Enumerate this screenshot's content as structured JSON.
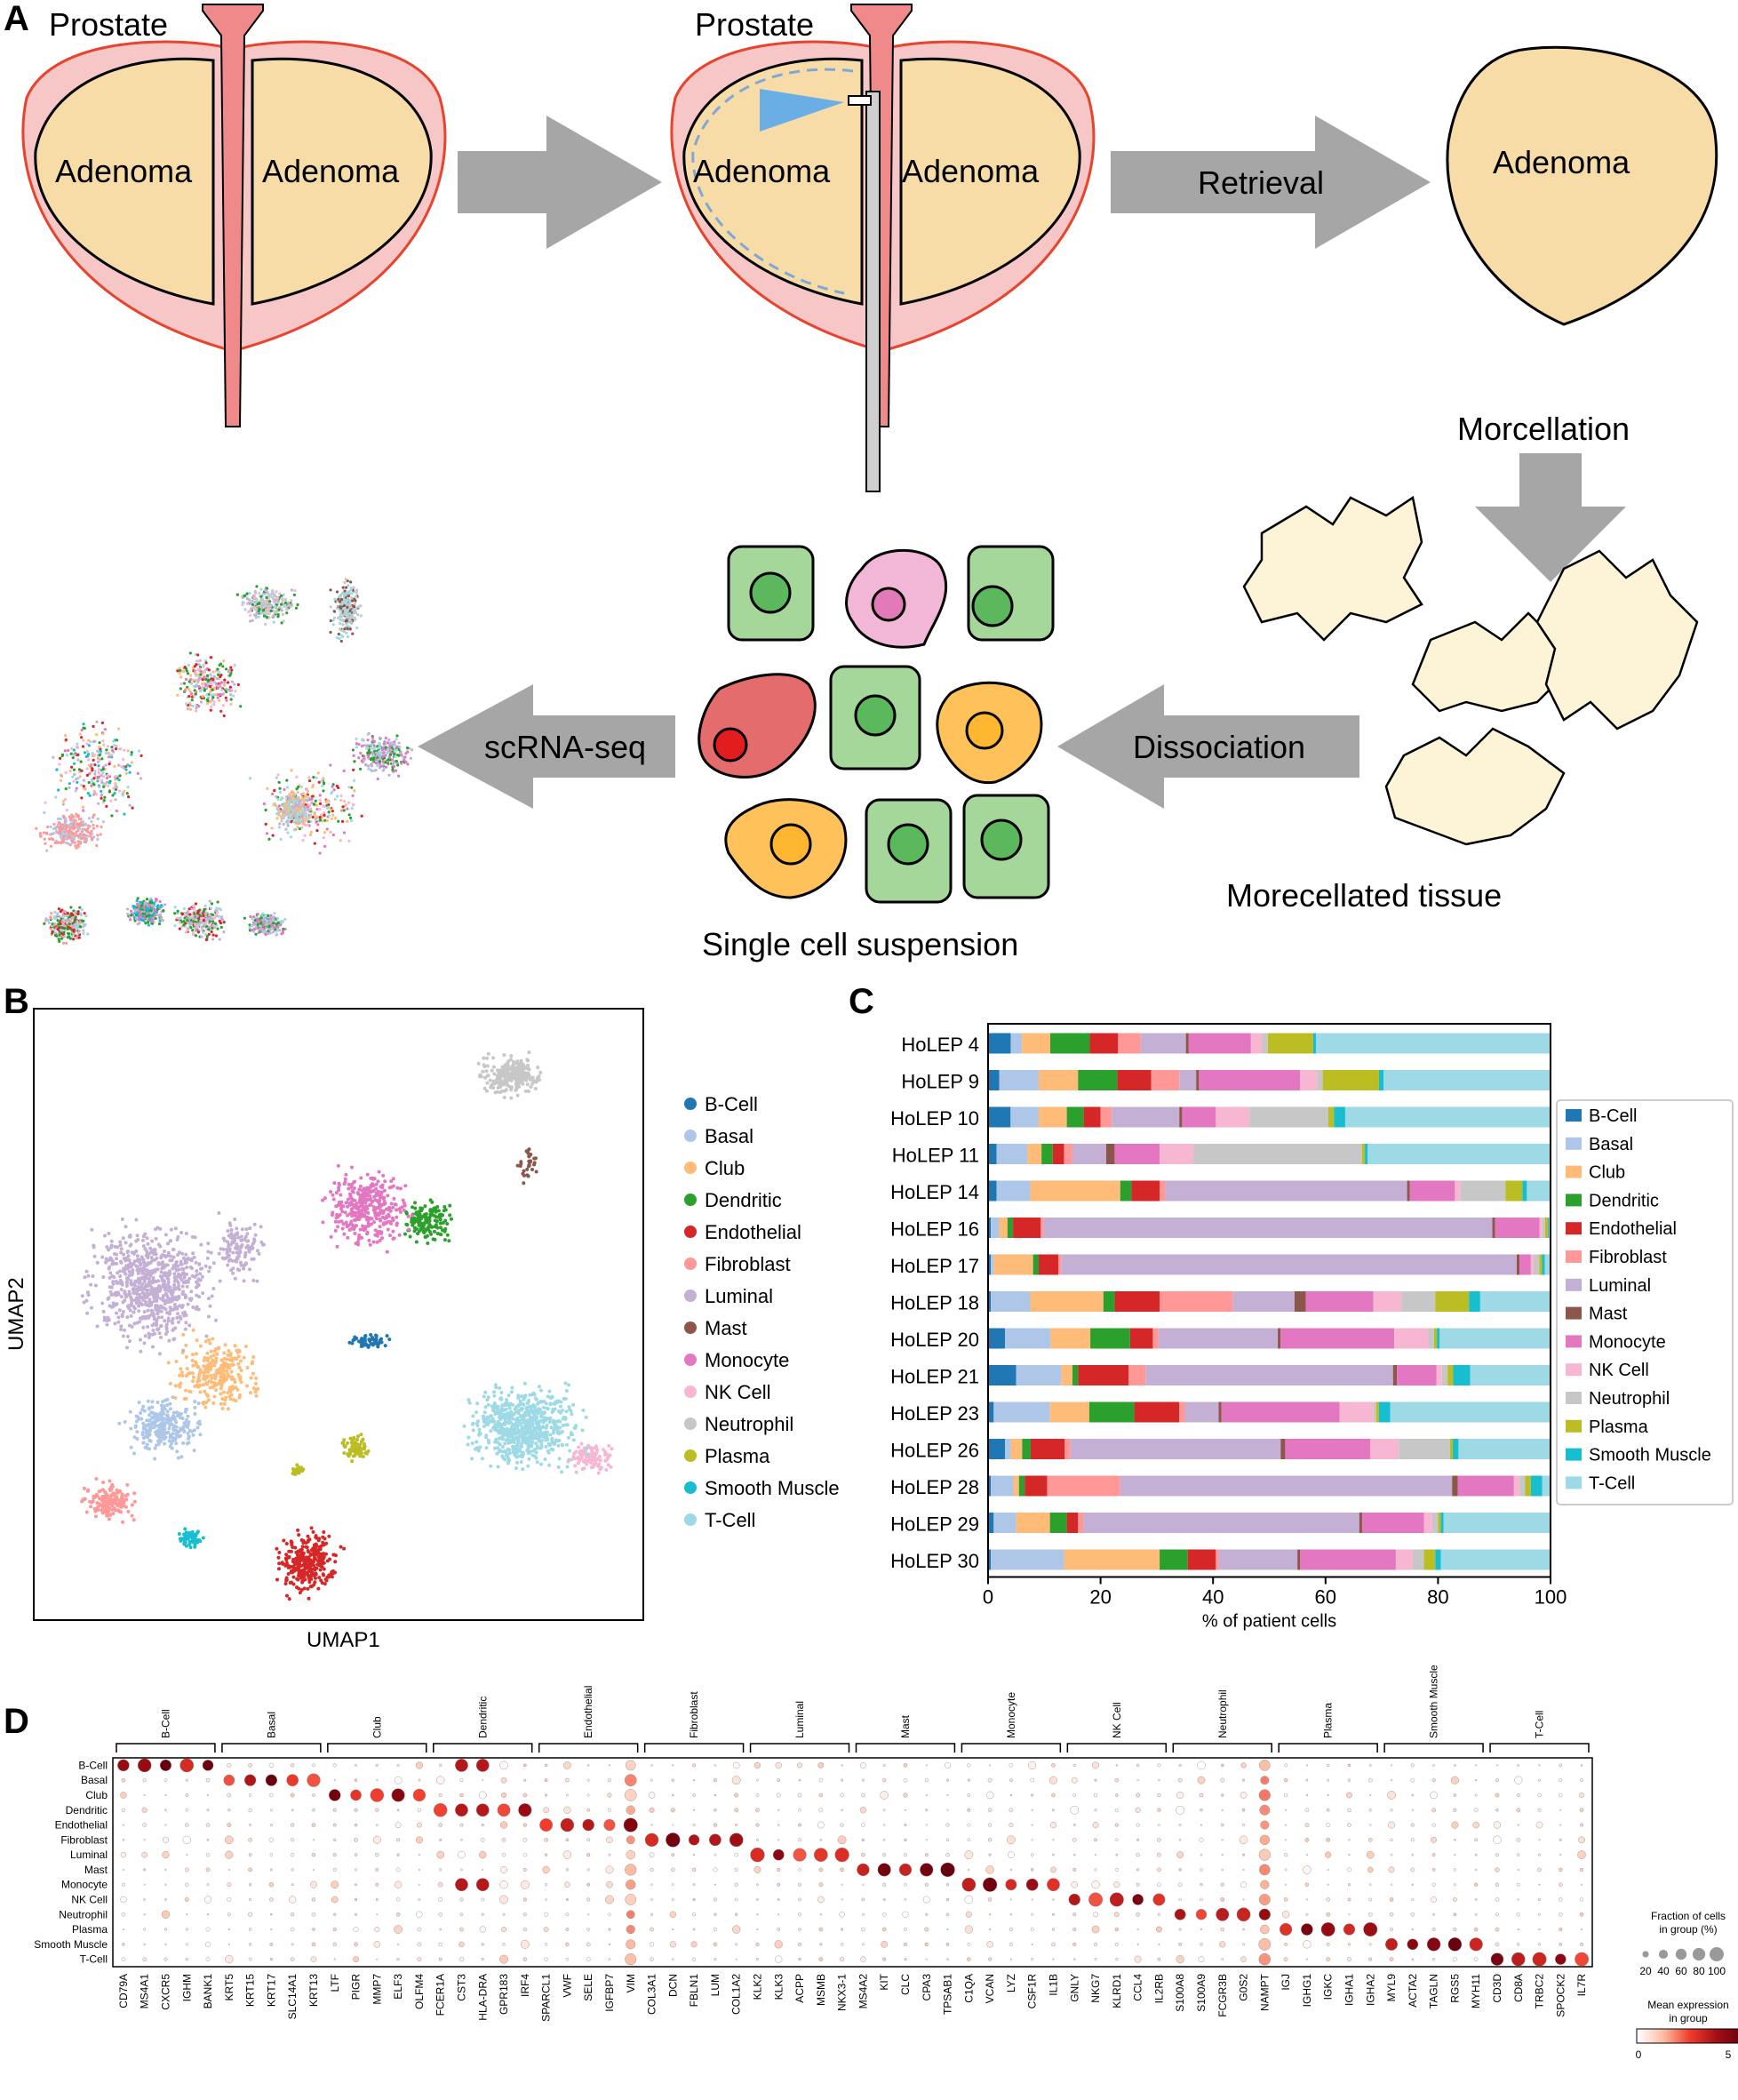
{
  "panel_labels": {
    "a": "A",
    "b": "B",
    "c": "C",
    "d": "D"
  },
  "schematic": {
    "prostate_label": "Prostate",
    "adenoma_label": "Adenoma",
    "retrieval_label": "Retrieval",
    "morcellation_label": "Morcellation",
    "morcellated_tissue_label": "Morecellated tissue",
    "dissociation_label": "Dissociation",
    "single_cell_label": "Single cell suspension",
    "scrna_label": "scRNA-seq"
  },
  "cell_types": [
    "B-Cell",
    "Basal",
    "Club",
    "Dendritic",
    "Endothelial",
    "Fibroblast",
    "Luminal",
    "Mast",
    "Monocyte",
    "NK Cell",
    "Neutrophil",
    "Plasma",
    "Smooth Muscle",
    "T-Cell"
  ],
  "colors": [
    "#1f77b4",
    "#aec7e8",
    "#ffbb78",
    "#2ca02c",
    "#d62728",
    "#ff9896",
    "#c5b0d5",
    "#8c564b",
    "#e377c2",
    "#f7b6d2",
    "#c7c7c7",
    "#bcbd22",
    "#17becf",
    "#9edae5"
  ],
  "umap": {
    "xlabel": "UMAP1",
    "ylabel": "UMAP2",
    "legend": [
      "B-Cell",
      "Basal",
      "Club",
      "Dendritic",
      "Endothelial",
      "Fibroblast",
      "Luminal",
      "Mast",
      "Monocyte",
      "NK Cell",
      "Neutrophil",
      "Plasma",
      "Smooth Muscle",
      "T-Cell"
    ]
  },
  "chart_data": [
    {
      "type": "bar",
      "orientation": "horizontal-stacked",
      "xlabel": "% of patient cells",
      "xlim": [
        0,
        100
      ],
      "xticks": [
        "0",
        "20",
        "40",
        "60",
        "80",
        "100"
      ],
      "categories": [
        "HoLEP 4",
        "HoLEP 9",
        "HoLEP 10",
        "HoLEP 11",
        "HoLEP 14",
        "HoLEP 16",
        "HoLEP 17",
        "HoLEP 18",
        "HoLEP 20",
        "HoLEP 21",
        "HoLEP 23",
        "HoLEP 26",
        "HoLEP 28",
        "HoLEP 29",
        "HoLEP 30"
      ],
      "legend": [
        "B-Cell",
        "Basal",
        "Club",
        "Dendritic",
        "Endothelial",
        "Fibroblast",
        "Luminal",
        "Mast",
        "Monocyte",
        "NK Cell",
        "Neutrophil",
        "Plasma",
        "Smooth Muscle",
        "T-Cell"
      ],
      "series": [
        {
          "name": "B-Cell",
          "values": [
            4,
            2,
            4,
            1.5,
            1.5,
            0.5,
            0.5,
            0.5,
            3,
            5,
            1,
            3,
            0.5,
            1,
            0.5
          ]
        },
        {
          "name": "Basal",
          "values": [
            2,
            7,
            5,
            5.5,
            6,
            1.5,
            0.5,
            7,
            8,
            8,
            10,
            1,
            4,
            4,
            13
          ]
        },
        {
          "name": "Club",
          "values": [
            5,
            7,
            5,
            2.5,
            16,
            1.5,
            7,
            13,
            7,
            2,
            7,
            2,
            1,
            6,
            17
          ]
        },
        {
          "name": "Dendritic",
          "values": [
            7,
            7,
            3,
            2,
            2,
            1,
            1,
            2,
            7,
            1,
            8,
            1.5,
            1,
            3,
            5
          ]
        },
        {
          "name": "Endothelial",
          "values": [
            5,
            6,
            3,
            2,
            5,
            5,
            3.5,
            8,
            4,
            9,
            8,
            6,
            4,
            2,
            5
          ]
        },
        {
          "name": "Fibroblast",
          "values": [
            4,
            5,
            2,
            1.5,
            1,
            0.5,
            0.5,
            13,
            1,
            3,
            1,
            1,
            13,
            1,
            0.5
          ]
        },
        {
          "name": "Luminal",
          "values": [
            8,
            3,
            12,
            6,
            43,
            81,
            81,
            11,
            21,
            44,
            6,
            37,
            59,
            49,
            14
          ]
        },
        {
          "name": "Mast",
          "values": [
            0.5,
            0.5,
            0.5,
            1.5,
            0.5,
            0.5,
            0.5,
            2,
            0.5,
            0.7,
            0.5,
            0.8,
            1,
            0.5,
            0.5
          ]
        },
        {
          "name": "Monocyte",
          "values": [
            11,
            18,
            6,
            8,
            8,
            8,
            2,
            12,
            20,
            7,
            21,
            15,
            10,
            11,
            17
          ]
        },
        {
          "name": "NK Cell",
          "values": [
            2,
            3,
            6,
            6,
            1,
            0.5,
            0.5,
            5,
            6,
            1,
            6,
            5,
            1,
            1.5,
            3
          ]
        },
        {
          "name": "Neutrophil",
          "values": [
            1,
            1,
            14,
            30,
            8,
            0.5,
            1,
            6,
            1,
            1,
            0.5,
            9,
            1,
            1,
            2
          ]
        },
        {
          "name": "Plasma",
          "values": [
            8,
            10,
            1,
            0.5,
            3,
            0.5,
            0.5,
            6,
            0.5,
            1,
            0.5,
            0.5,
            1,
            0.5,
            2
          ]
        },
        {
          "name": "Smooth Muscle",
          "values": [
            0.5,
            0.8,
            2,
            0.5,
            0.8,
            0.2,
            0.5,
            2,
            0.5,
            3,
            2,
            1,
            2,
            0.5,
            1
          ]
        },
        {
          "name": "T-Cell",
          "values": [
            41.5,
            29.7,
            36.5,
            32.5,
            4.2,
            0.3,
            1,
            12.5,
            19.5,
            14.3,
            28.5,
            16.2,
            1.5,
            19,
            19.5
          ]
        }
      ]
    },
    {
      "type": "dotplot",
      "groups": [
        "B-Cell",
        "Basal",
        "Club",
        "Dendritic",
        "Endothelial",
        "Fibroblast",
        "Luminal",
        "Mast",
        "Monocyte",
        "NK Cell",
        "Neutrophil",
        "Plasma",
        "Smooth Muscle",
        "T-Cell"
      ],
      "rows": [
        "B-Cell",
        "Basal",
        "Club",
        "Dendritic",
        "Endothelial",
        "Fibroblast",
        "Luminal",
        "Mast",
        "Monocyte",
        "NK Cell",
        "Neutrophil",
        "Plasma",
        "Smooth Muscle",
        "T-Cell"
      ],
      "genes": [
        [
          "CD79A",
          "MS4A1",
          "CXCR5",
          "IGHM",
          "BANK1"
        ],
        [
          "KRT5",
          "KRT15",
          "KRT17",
          "SLC14A1",
          "KRT13"
        ],
        [
          "LTF",
          "PIGR",
          "MMP7",
          "ELF3",
          "OLFM4"
        ],
        [
          "FCER1A",
          "CST3",
          "HLA-DRA",
          "GPR183",
          "IRF4"
        ],
        [
          "SPARCL1",
          "VWF",
          "SELE",
          "IGFBP7",
          "VIM"
        ],
        [
          "COL3A1",
          "DCN",
          "FBLN1",
          "LUM",
          "COL1A2"
        ],
        [
          "KLK2",
          "KLK3",
          "ACPP",
          "MSMB",
          "NKX3-1"
        ],
        [
          "MS4A2",
          "KIT",
          "CLC",
          "CPA3",
          "TPSAB1"
        ],
        [
          "C1QA",
          "VCAN",
          "LYZ",
          "CSF1R",
          "IL1B"
        ],
        [
          "GNLY",
          "NKG7",
          "KLRD1",
          "CCL4",
          "IL2RB"
        ],
        [
          "S100A8",
          "S100A9",
          "FCGR3B",
          "G0S2",
          "NAMPT"
        ],
        [
          "IGJ",
          "IGHG1",
          "IGKC",
          "IGHA1",
          "IGHA2"
        ],
        [
          "MYL9",
          "ACTA2",
          "TAGLN",
          "RGS5",
          "MYH11"
        ],
        [
          "CD3D",
          "CD8A",
          "TRBC2",
          "SPOCK2",
          "IL7R"
        ]
      ],
      "size_legend_title": "Fraction of cells\nin group (%)",
      "size_legend_values": [
        "20",
        "40",
        "60",
        "80",
        "100"
      ],
      "color_legend_title": "Mean expression\nin group",
      "color_legend_ticks": [
        "0",
        "5"
      ]
    }
  ]
}
